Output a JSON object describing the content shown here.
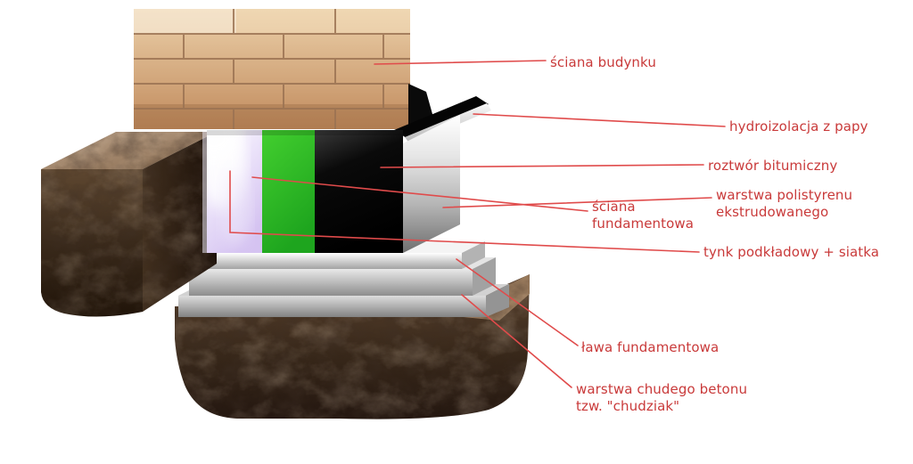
{
  "window": {
    "background": "#ffffff"
  },
  "labels": {
    "sciana_budynku": "ściana budynku",
    "hydroizolacja": "hydroizolacja z papy",
    "roztwor_bitumiczny": "roztwór bitumiczny",
    "polistyren": "warstwa polistyrenu\nekstrudowanego",
    "sciana_fundamentowa": "ściana\nfundamentowa",
    "tynk": "tynk podkładowy + siatka",
    "lawa": "ława fundamentowa",
    "chudziak": "warstwa chudego betonu\ntzw. \"chudziak\""
  },
  "colors": {
    "annotation_line": "#e04b4b",
    "annotation_text": "#c93a3a",
    "brick_wall": "#d2a379",
    "soil_dark": "#3a2a1c",
    "foundation_wall_lavender": "#d9c9f2",
    "green_layer": "#2fbf26",
    "bitumen_black": "#0a0a0a",
    "polystyrene_silver": "#c9c9c9",
    "footing_gray": "#cfcfcf"
  }
}
